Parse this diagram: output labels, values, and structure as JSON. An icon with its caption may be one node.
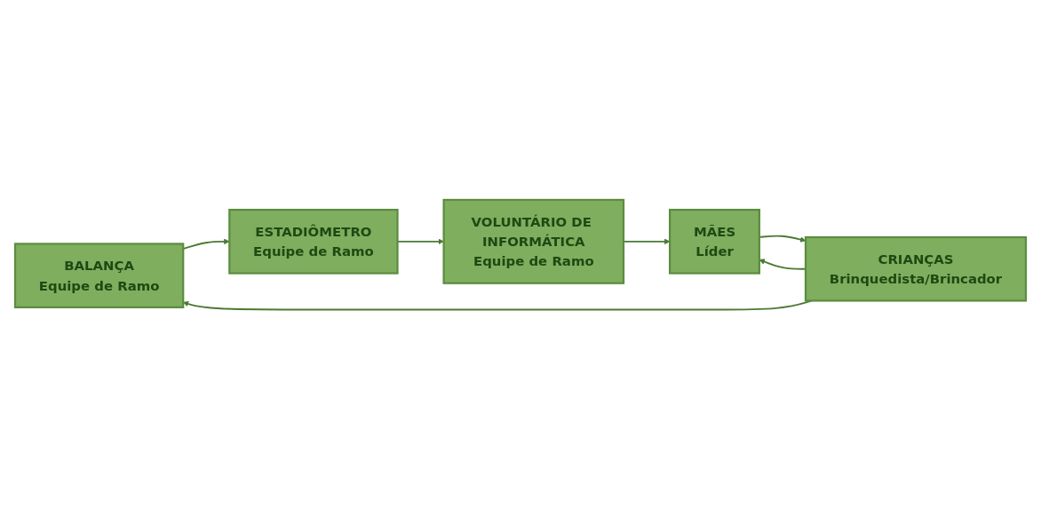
{
  "diagram": {
    "nodes": [
      {
        "text": [
          "BALANÇA",
          "Equipe de Ramo"
        ]
      },
      {
        "text": [
          "ESTADIÔMETRO",
          "Equipe de Ramo"
        ]
      },
      {
        "text": [
          "VOLUNTÁRIO DE INFORMÁTICA",
          "Equipe de Ramo"
        ]
      },
      {
        "text": [
          "CRIANÇAS",
          "Brinquedista/Brincador"
        ]
      },
      {
        "text": [
          "MÃES",
          "Líder"
        ]
      }
    ],
    "edges": [
      {
        "from": 0,
        "to": 1,
        "arrow": "to"
      },
      {
        "from": 1,
        "to": 2,
        "arrow": "to"
      },
      {
        "from": 2,
        "to": 4,
        "arrow": "to"
      },
      {
        "from": 3,
        "to": 4,
        "arrow": "to"
      },
      {
        "from": 4,
        "to": 3,
        "arrow": "to"
      },
      {
        "from": 3,
        "to": 0,
        "arrow": "to"
      }
    ]
  }
}
